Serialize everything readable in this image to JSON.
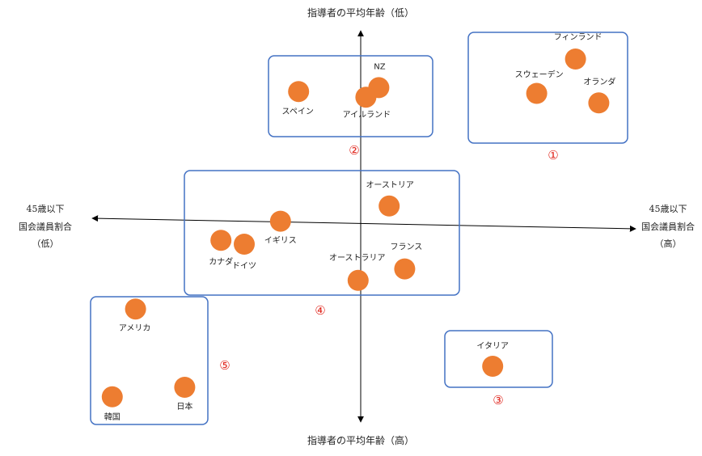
{
  "chart_data": {
    "type": "scatter",
    "axes": {
      "top_label": "指導者の平均年齢（低）",
      "bottom_label": "指導者の平均年齢（高）",
      "left_label": [
        "45歳以下",
        "国会議員割合",
        "（低）"
      ],
      "right_label": [
        "45歳以下",
        "国会議員割合",
        "（高）"
      ]
    },
    "colors": {
      "point": "#ed7d31",
      "group_box": "#4472c4",
      "group_number": "#e0241b",
      "axis": "#000000"
    },
    "points": [
      {
        "label": "フィンランド",
        "x": 0.83,
        "y": 0.86
      },
      {
        "label": "スウェーデン",
        "x": 0.68,
        "y": 0.68
      },
      {
        "label": "オランダ",
        "x": 0.92,
        "y": 0.63
      },
      {
        "label": "NZ",
        "x": 0.07,
        "y": 0.71
      },
      {
        "label": "アイルランド",
        "x": 0.02,
        "y": 0.66
      },
      {
        "label": "スペイン",
        "x": -0.24,
        "y": 0.69
      },
      {
        "label": "オーストリア",
        "x": 0.11,
        "y": 0.09
      },
      {
        "label": "イギリス",
        "x": -0.31,
        "y": 0.01
      },
      {
        "label": "カナダ",
        "x": -0.54,
        "y": -0.09
      },
      {
        "label": "ドイツ",
        "x": -0.45,
        "y": -0.11
      },
      {
        "label": "オーストラリア",
        "x": -0.01,
        "y": -0.3
      },
      {
        "label": "フランス",
        "x": 0.17,
        "y": -0.24
      },
      {
        "label": "イタリア",
        "x": 0.51,
        "y": -0.75
      },
      {
        "label": "アメリカ",
        "x": -0.87,
        "y": -0.45
      },
      {
        "label": "日本",
        "x": -0.68,
        "y": -0.86
      },
      {
        "label": "韓国",
        "x": -0.96,
        "y": -0.91
      }
    ],
    "groups": [
      {
        "number": "①",
        "members": [
          "フィンランド",
          "スウェーデン",
          "オランダ"
        ]
      },
      {
        "number": "②",
        "members": [
          "NZ",
          "アイルランド",
          "スペイン"
        ]
      },
      {
        "number": "③",
        "members": [
          "イタリア"
        ]
      },
      {
        "number": "④",
        "members": [
          "オーストリア",
          "イギリス",
          "カナダ",
          "ドイツ",
          "オーストラリア",
          "フランス"
        ]
      },
      {
        "number": "⑤",
        "members": [
          "アメリカ",
          "日本",
          "韓国"
        ]
      }
    ]
  }
}
